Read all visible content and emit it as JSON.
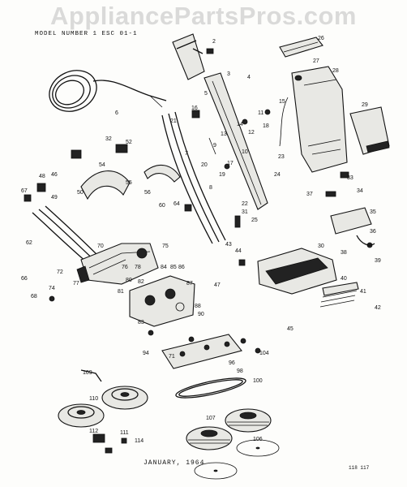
{
  "watermark": "AppliancePartsPros.com",
  "header_text": "MODEL NUMBER 1 ESC 01-1",
  "footer_date": "JANUARY, 1964",
  "footer_right": "118  117",
  "part_labels": [
    "2",
    "3",
    "4",
    "5",
    "6",
    "7",
    "8",
    "9",
    "10",
    "11",
    "12",
    "13",
    "14",
    "15",
    "16",
    "17",
    "18",
    "19",
    "20",
    "21",
    "22",
    "23",
    "24",
    "25",
    "26",
    "27",
    "28",
    "29",
    "30",
    "31",
    "32",
    "33",
    "34",
    "35",
    "36",
    "37",
    "38",
    "39",
    "40",
    "41",
    "42",
    "43",
    "44",
    "45",
    "46",
    "47",
    "48",
    "49",
    "50",
    "52",
    "54",
    "55",
    "56",
    "60",
    "62",
    "64",
    "66",
    "67",
    "68",
    "70",
    "71",
    "72",
    "74",
    "75",
    "76",
    "77",
    "78",
    "80",
    "81",
    "82",
    "83",
    "84",
    "85",
    "86",
    "87",
    "88",
    "90",
    "94",
    "96",
    "98",
    "100",
    "104",
    "106",
    "107",
    "109",
    "110",
    "111",
    "112",
    "114"
  ]
}
